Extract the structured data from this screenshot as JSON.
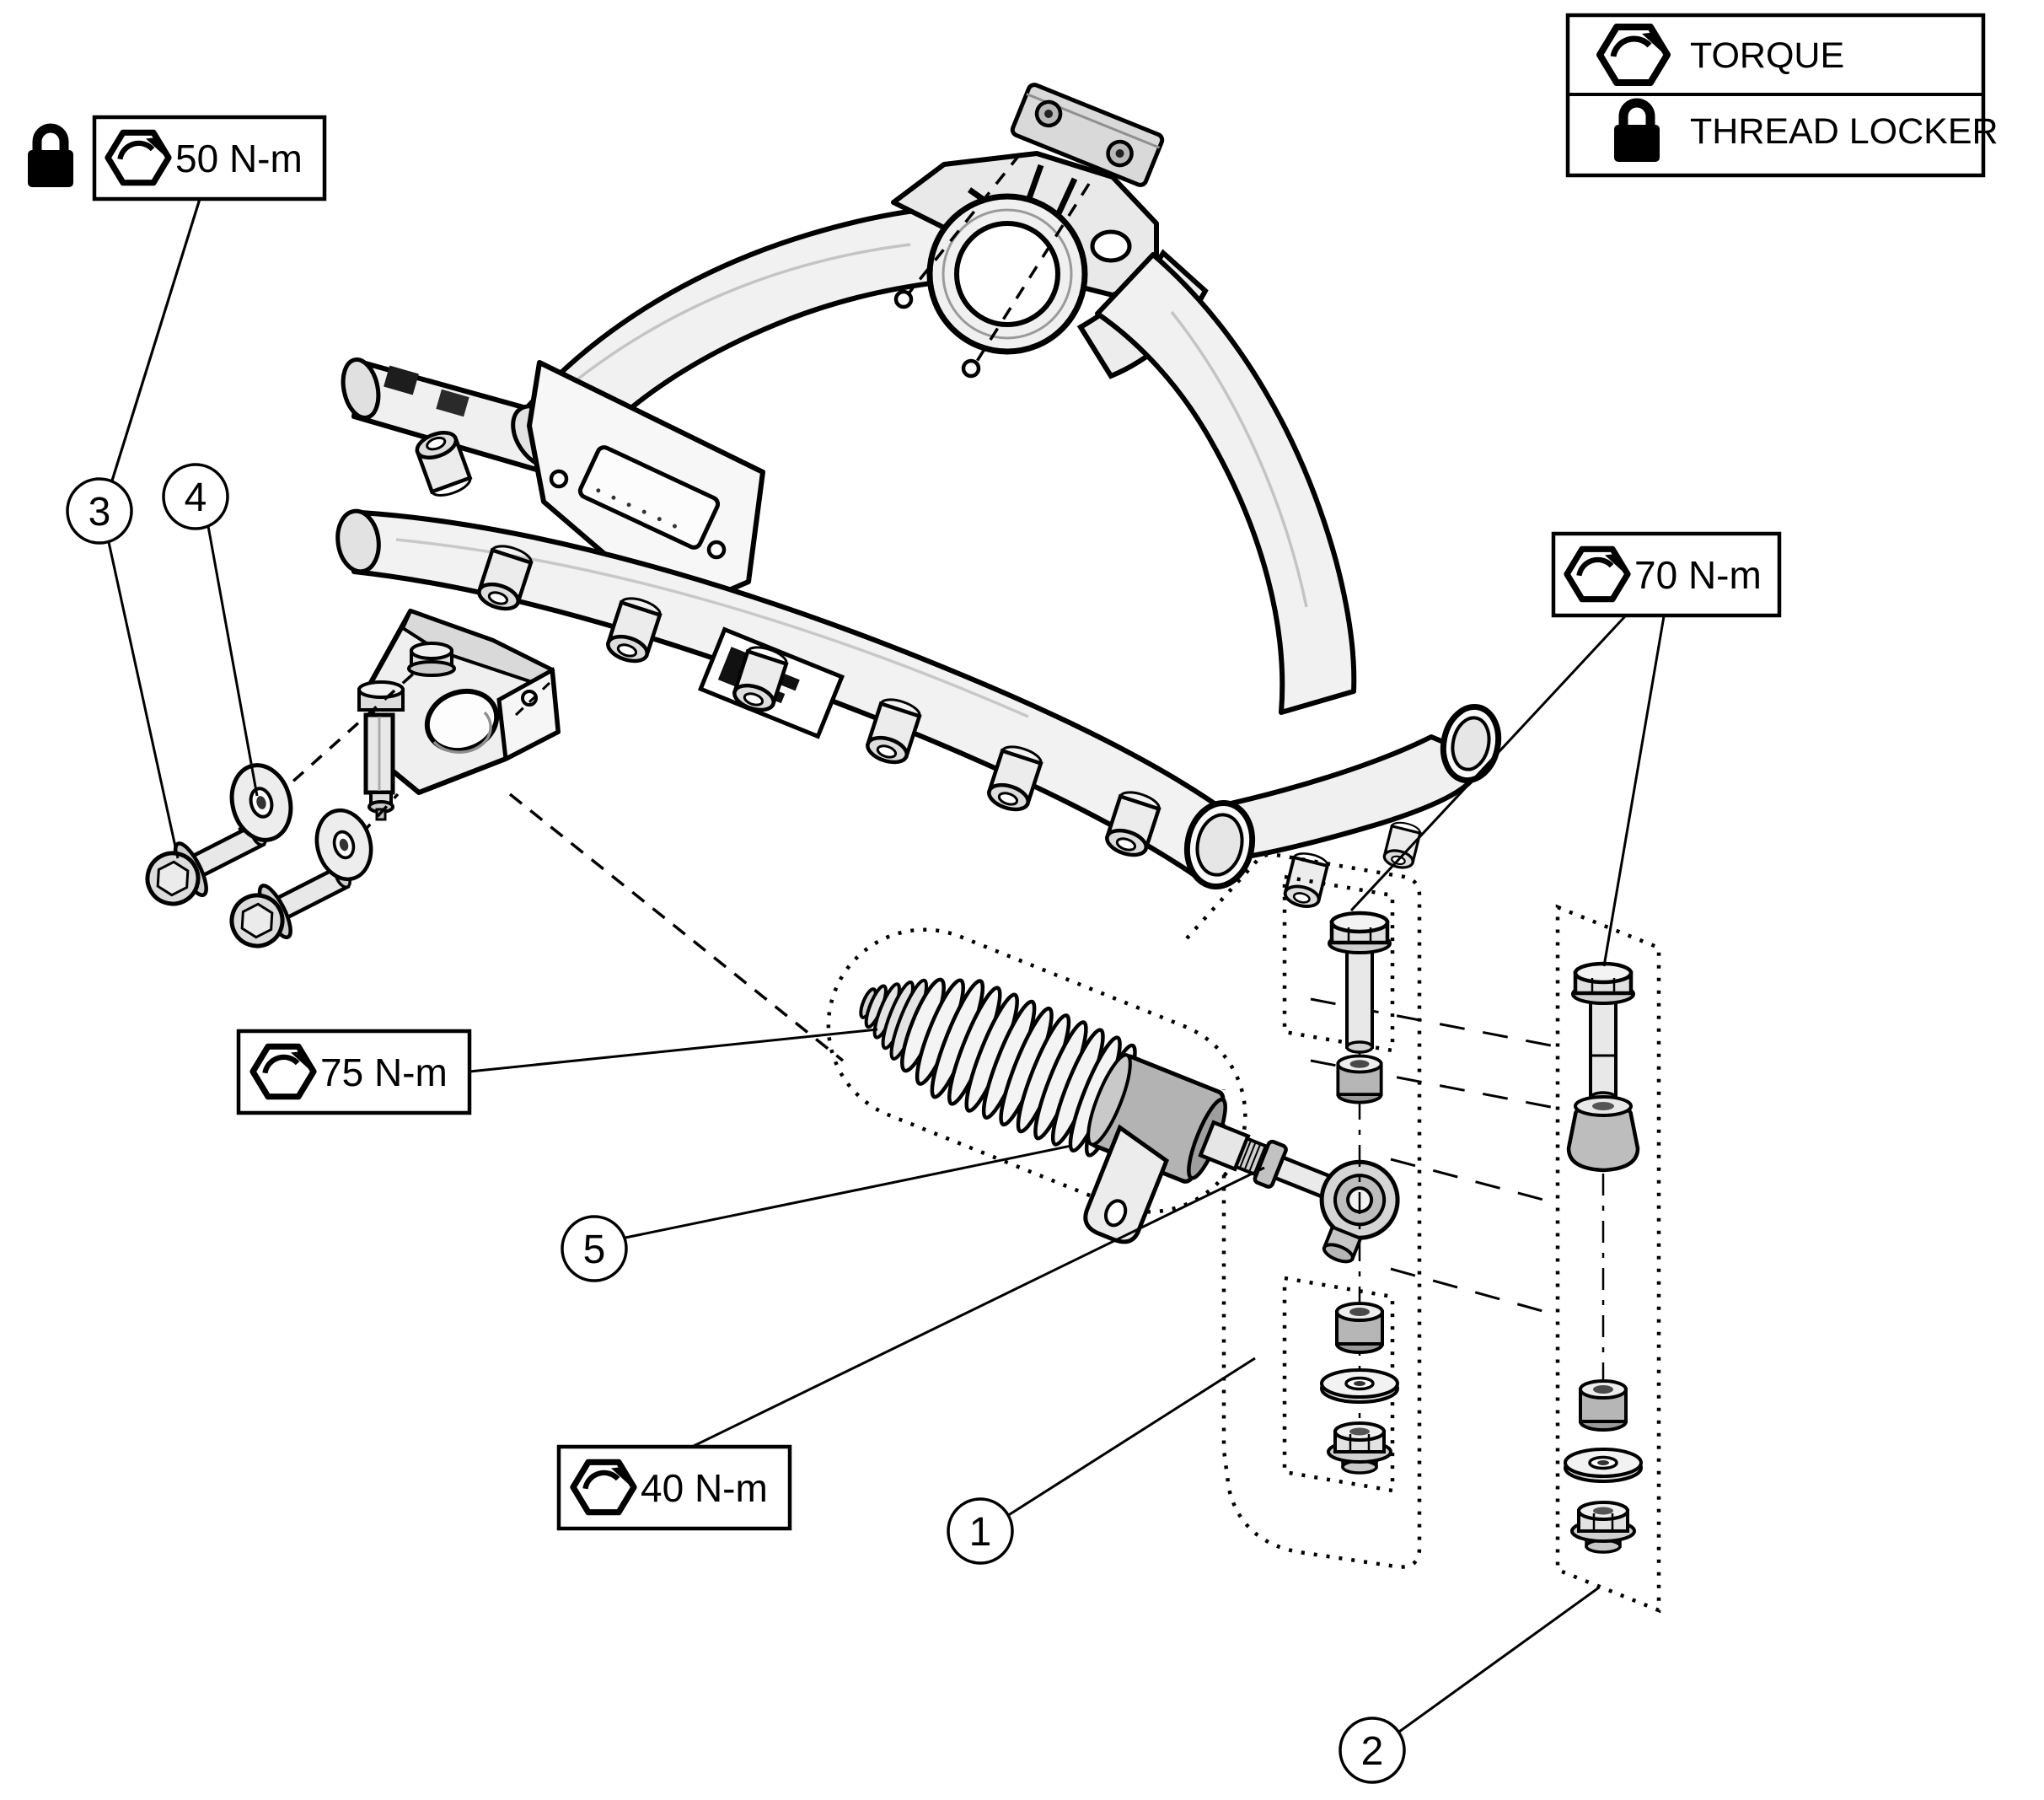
{
  "diagram": {
    "legend": {
      "items": [
        {
          "icon": "torque-hex-arrow-icon",
          "label": "TORQUE"
        },
        {
          "icon": "thread-locker-padlock-icon",
          "label": "THREAD LOCKER"
        }
      ]
    },
    "torque_callouts": [
      {
        "value": "50 N-m",
        "thread_locker": true
      },
      {
        "value": "70 N-m",
        "thread_locker": false
      },
      {
        "value": "75 N-m",
        "thread_locker": false
      },
      {
        "value": "40 N-m",
        "thread_locker": false
      }
    ],
    "part_callouts": [
      {
        "number": "1"
      },
      {
        "number": "2"
      },
      {
        "number": "3"
      },
      {
        "number": "4"
      },
      {
        "number": "5"
      }
    ],
    "colors": {
      "ink": "#000000",
      "paper": "#ffffff",
      "metal_light": "#f2f2f2",
      "metal_mid": "#d4d4d4",
      "metal_dark": "#b3b3b3"
    }
  }
}
